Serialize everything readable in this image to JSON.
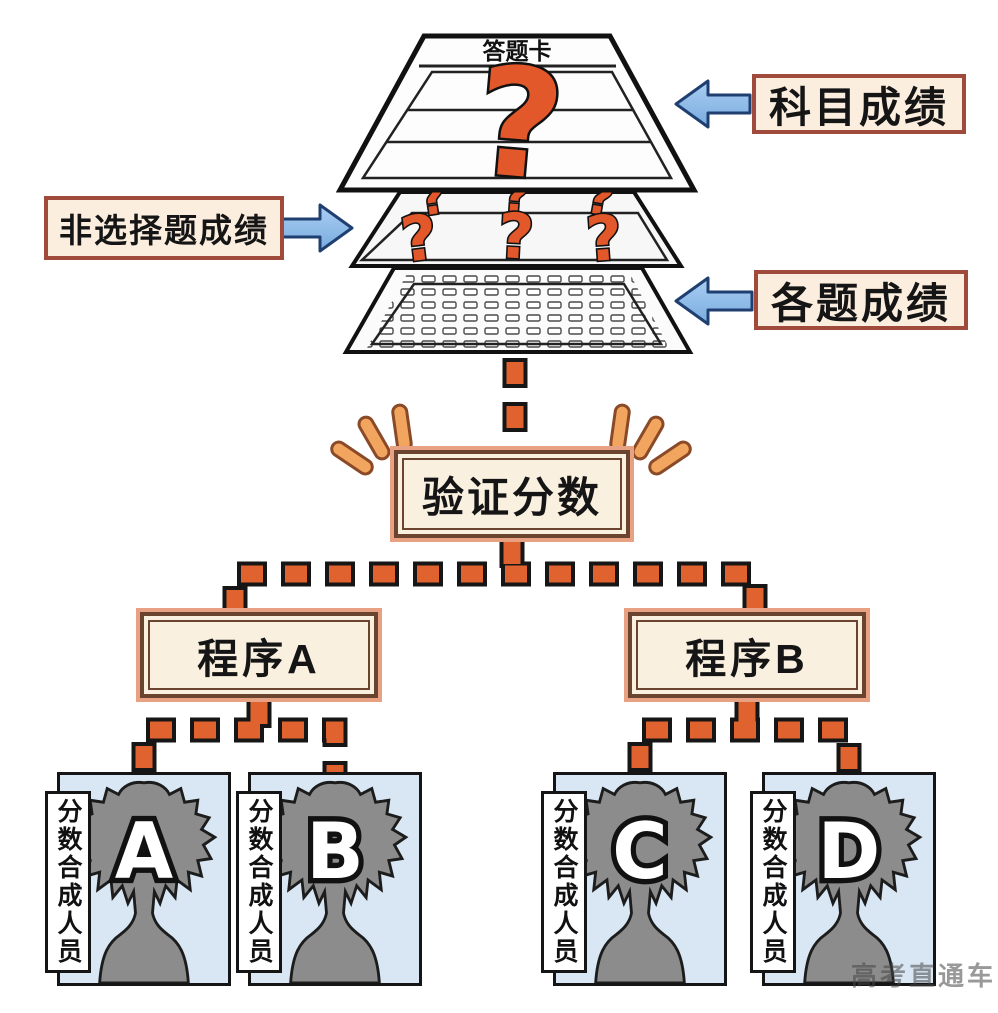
{
  "sheet_stack": {
    "answer_card_title": "答题卡",
    "question_mark": "?"
  },
  "callouts": {
    "subject_score": "科目成绩",
    "non_mcq_score": "非选择题成绩",
    "per_question_score": "各题成绩"
  },
  "flow": {
    "verify": "验证分数",
    "program_a": "程序A",
    "program_b": "程序B"
  },
  "staff": {
    "role_label": "分数合成人员",
    "members": [
      {
        "letter": "A"
      },
      {
        "letter": "B"
      },
      {
        "letter": "C"
      },
      {
        "letter": "D"
      }
    ]
  },
  "watermark": "高考直通车",
  "colors": {
    "accent_orange": "#e2582b",
    "dash_orange": "#e0632f",
    "callout_bg": "#fceede",
    "callout_border": "#a04a3c",
    "panel_bg": "#f9f0e0",
    "panel_border": "#6b4430",
    "panel_halo": "#e9a183",
    "arrow_blue": "#8fbfee",
    "card_bg": "#d9e7f4",
    "figure_gray": "#8c8c8c"
  }
}
